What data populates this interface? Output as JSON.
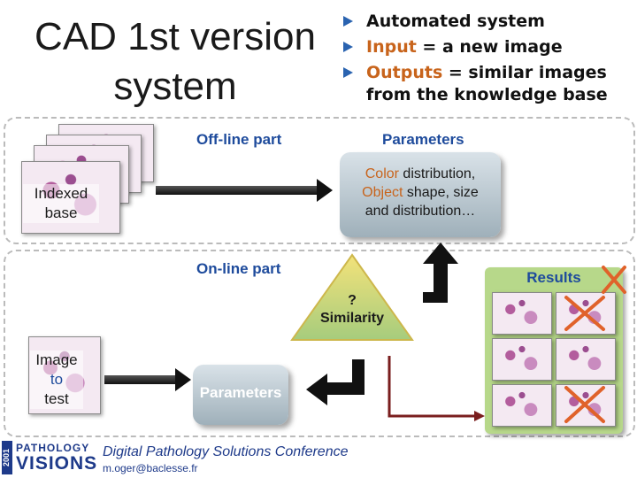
{
  "title": {
    "line1": "CAD 1st version",
    "line2": "system"
  },
  "bullets": [
    {
      "lead": "",
      "text": "Automated system"
    },
    {
      "lead": "Input",
      "text": " = a new image"
    },
    {
      "lead": "Outputs",
      "text": " = similar images from the knowledge base"
    }
  ],
  "offline": {
    "label": "Off-line part",
    "indexed_label": "Indexed base",
    "parameters_label": "Parameters",
    "param_box": {
      "line1_hl": "Color",
      "line1_rest": " distribution,",
      "line2_hl": "Object",
      "line2_rest": " shape, size",
      "line3": "and distribution…"
    }
  },
  "online": {
    "label": "On-line part",
    "similarity_q": "?",
    "similarity_label": "Similarity",
    "image_label": "Image to test",
    "image_line1": "Image",
    "image_line2": "to",
    "image_line3": "test",
    "parameters_box": "Parameters",
    "results_label": "Results"
  },
  "footer": {
    "logo_year": "2001",
    "logo_line1": "PATHOLOGY",
    "logo_line2": "VISIONS",
    "conference": "Digital Pathology Solutions Conference",
    "email": "m.oger@baclesse.fr"
  },
  "colors": {
    "accent_blue": "#1e4b9c",
    "highlight_orange": "#c8641c",
    "results_green": "#b7d88a",
    "triangle_yellow": "#f6e27a"
  }
}
